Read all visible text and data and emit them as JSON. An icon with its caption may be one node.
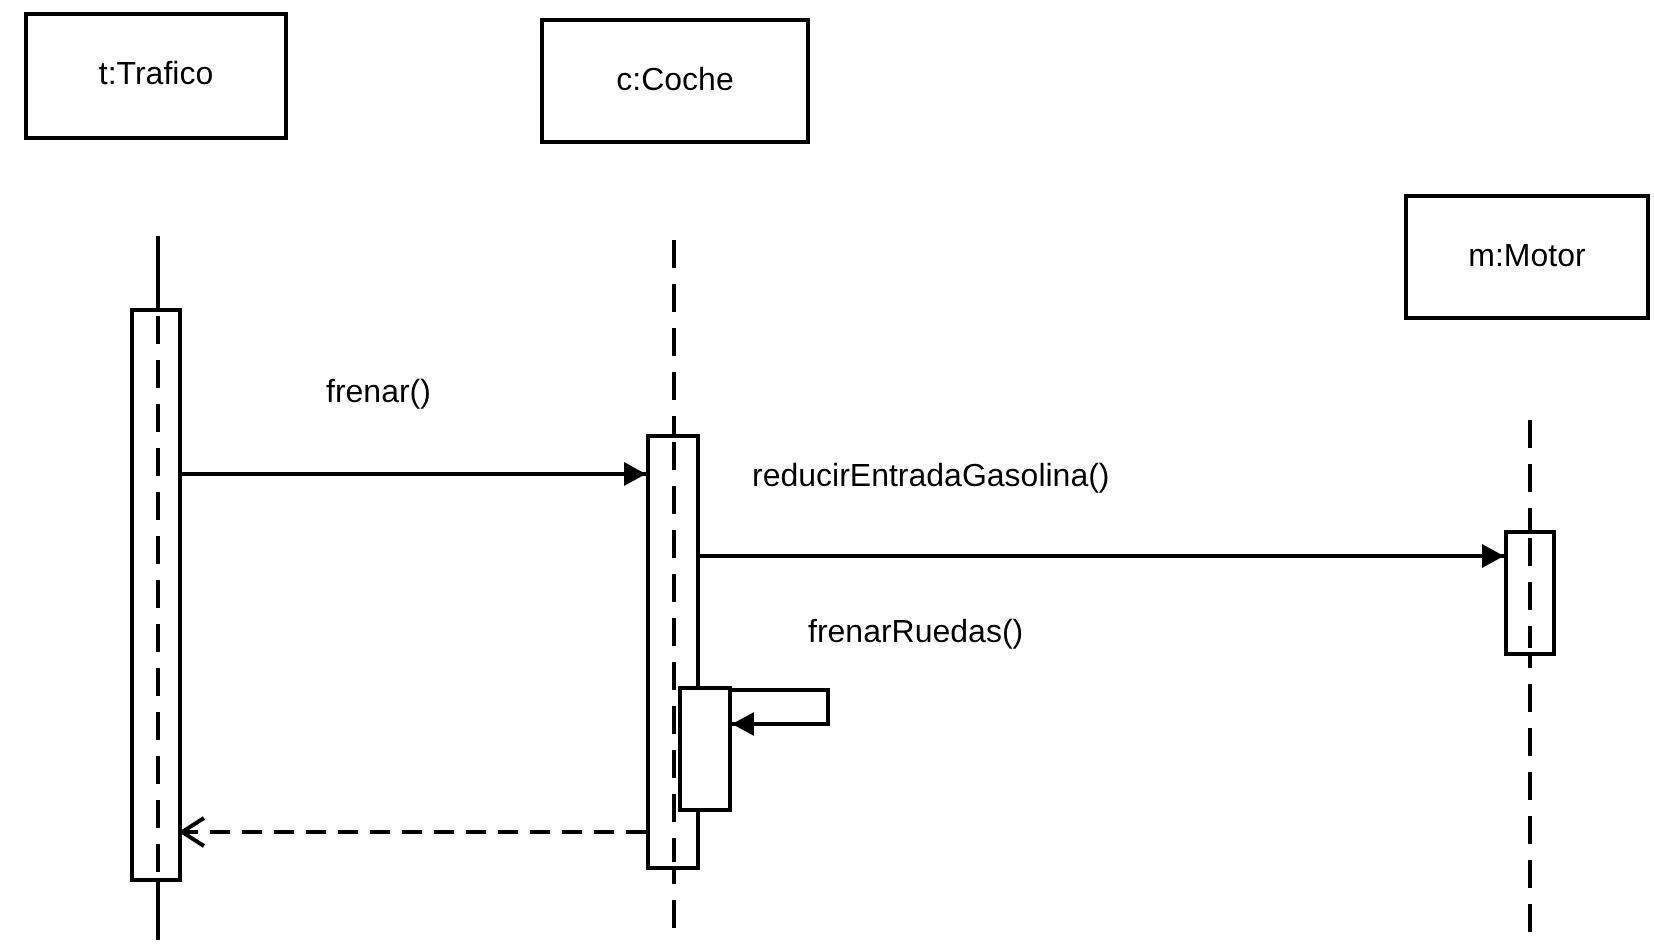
{
  "diagram": {
    "nodes": [
      {
        "text": [
          "t:Trafico"
        ]
      },
      {
        "text": [
          "c:Coche"
        ]
      },
      {
        "text": [
          "m:Motor"
        ]
      },
      {
        "text": [],
        "shape": "bar"
      },
      {
        "text": [],
        "shape": "bar"
      },
      {
        "text": [],
        "shape": "bar"
      },
      {
        "text": [],
        "shape": "bar"
      }
    ],
    "edges": [
      {
        "from": 3,
        "to": 4,
        "arrow": "to",
        "label": "frenar()"
      },
      {
        "from": 4,
        "to": 6,
        "arrow": "to",
        "label": "reducirEntradaGasolina()"
      },
      {
        "from": 5,
        "to": 5,
        "arrow": "to",
        "label": "frenarRuedas()"
      },
      {
        "from": 4,
        "to": 3,
        "arrow": "to",
        "style": "dashed"
      }
    ]
  }
}
